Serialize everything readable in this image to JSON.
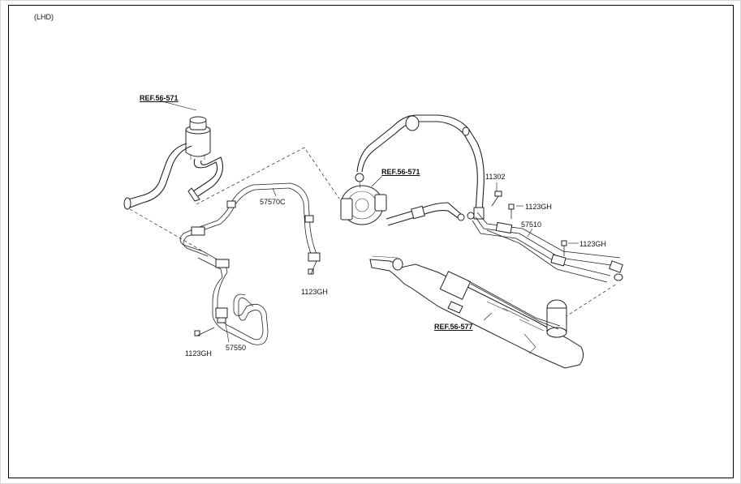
{
  "diagram": {
    "variant_label": "(LHD)",
    "labels": {
      "ref_reservoir": "REF.56-571",
      "ref_pump": "REF.56-571",
      "ref_gear": "REF.56-577",
      "part_57570c": "57570C",
      "part_57550": "57550",
      "part_57510": "57510",
      "part_11302": "11302",
      "bolt_a": "1123GH",
      "bolt_b": "1123GH",
      "bolt_c": "1123GH",
      "bolt_d": "1123GH"
    }
  }
}
